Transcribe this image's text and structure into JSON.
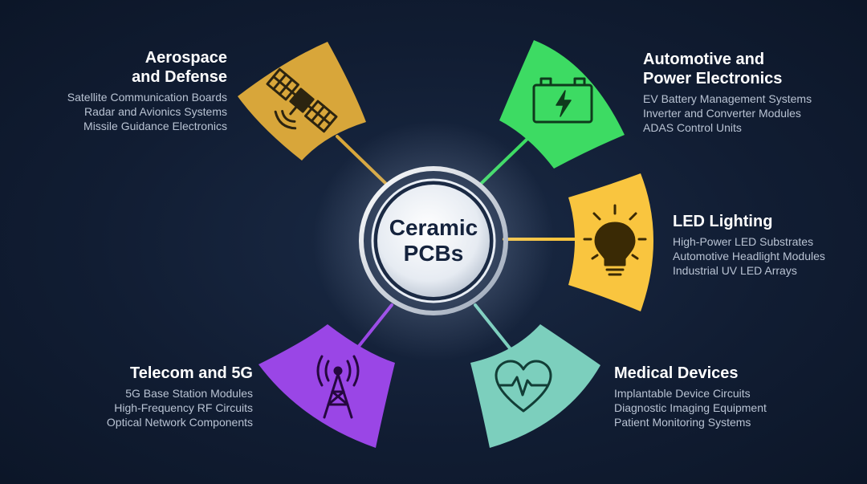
{
  "hub": {
    "label": "Ceramic\nPCBs"
  },
  "applications": [
    {
      "id": "aerospace",
      "title": "Aerospace\nand Defense",
      "color": "#d8a63a",
      "icon": "satellite-icon",
      "items": [
        "Satellite Communication Boards",
        "Radar and Avionics Systems",
        "Missile Guidance Electronics"
      ]
    },
    {
      "id": "automotive",
      "title": "Automotive and\nPower Electronics",
      "color": "#3ddb63",
      "icon": "battery-icon",
      "items": [
        "EV Battery Management Systems",
        "Inverter and Converter Modules",
        "ADAS Control Units"
      ]
    },
    {
      "id": "led",
      "title": "LED Lighting",
      "color": "#f9c53f",
      "icon": "lightbulb-icon",
      "items": [
        "High-Power LED Substrates",
        "Automotive Headlight Modules",
        "Industrial UV LED Arrays"
      ]
    },
    {
      "id": "telecom",
      "title": "Telecom and 5G",
      "color": "#9a46e6",
      "icon": "cell-tower-icon",
      "items": [
        "5G Base Station Modules",
        "High-Frequency RF Circuits",
        "Optical Network Components"
      ]
    },
    {
      "id": "medical",
      "title": "Medical Devices",
      "color": "#7ccfbd",
      "icon": "heart-pulse-icon",
      "items": [
        "Implantable Device Circuits",
        "Diagnostic Imaging Equipment",
        "Patient Monitoring Systems"
      ]
    }
  ]
}
